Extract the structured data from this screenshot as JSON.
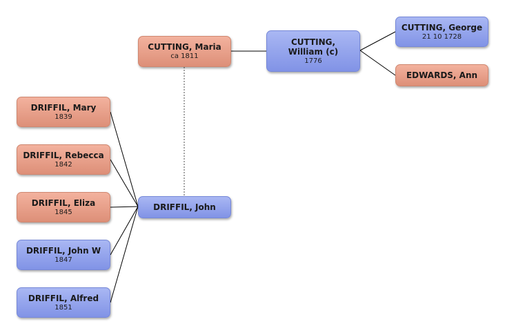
{
  "people": {
    "maria": {
      "name": "CUTTING, Maria",
      "date": "ca 1811",
      "sex": "female"
    },
    "william": {
      "name": "CUTTING, William (c)",
      "date": "1776",
      "sex": "male"
    },
    "george": {
      "name": "CUTTING, George",
      "date": "21 10 1728",
      "sex": "male"
    },
    "ann": {
      "name": "EDWARDS, Ann",
      "date": "",
      "sex": "female"
    },
    "john": {
      "name": "DRIFFIL, John",
      "date": "",
      "sex": "male"
    },
    "mary": {
      "name": "DRIFFIL, Mary",
      "date": "1839",
      "sex": "female"
    },
    "rebecca": {
      "name": "DRIFFIL, Rebecca",
      "date": "1842",
      "sex": "female"
    },
    "eliza": {
      "name": "DRIFFIL, Eliza",
      "date": "1845",
      "sex": "female"
    },
    "johnw": {
      "name": "DRIFFIL, John W",
      "date": "1847",
      "sex": "male"
    },
    "alfred": {
      "name": "DRIFFIL, Alfred",
      "date": "1851",
      "sex": "male"
    }
  },
  "colors": {
    "female_fill": "#e8a08a",
    "male_fill": "#95a5ee",
    "connector": "#000000",
    "spouse_link": "#777777"
  }
}
